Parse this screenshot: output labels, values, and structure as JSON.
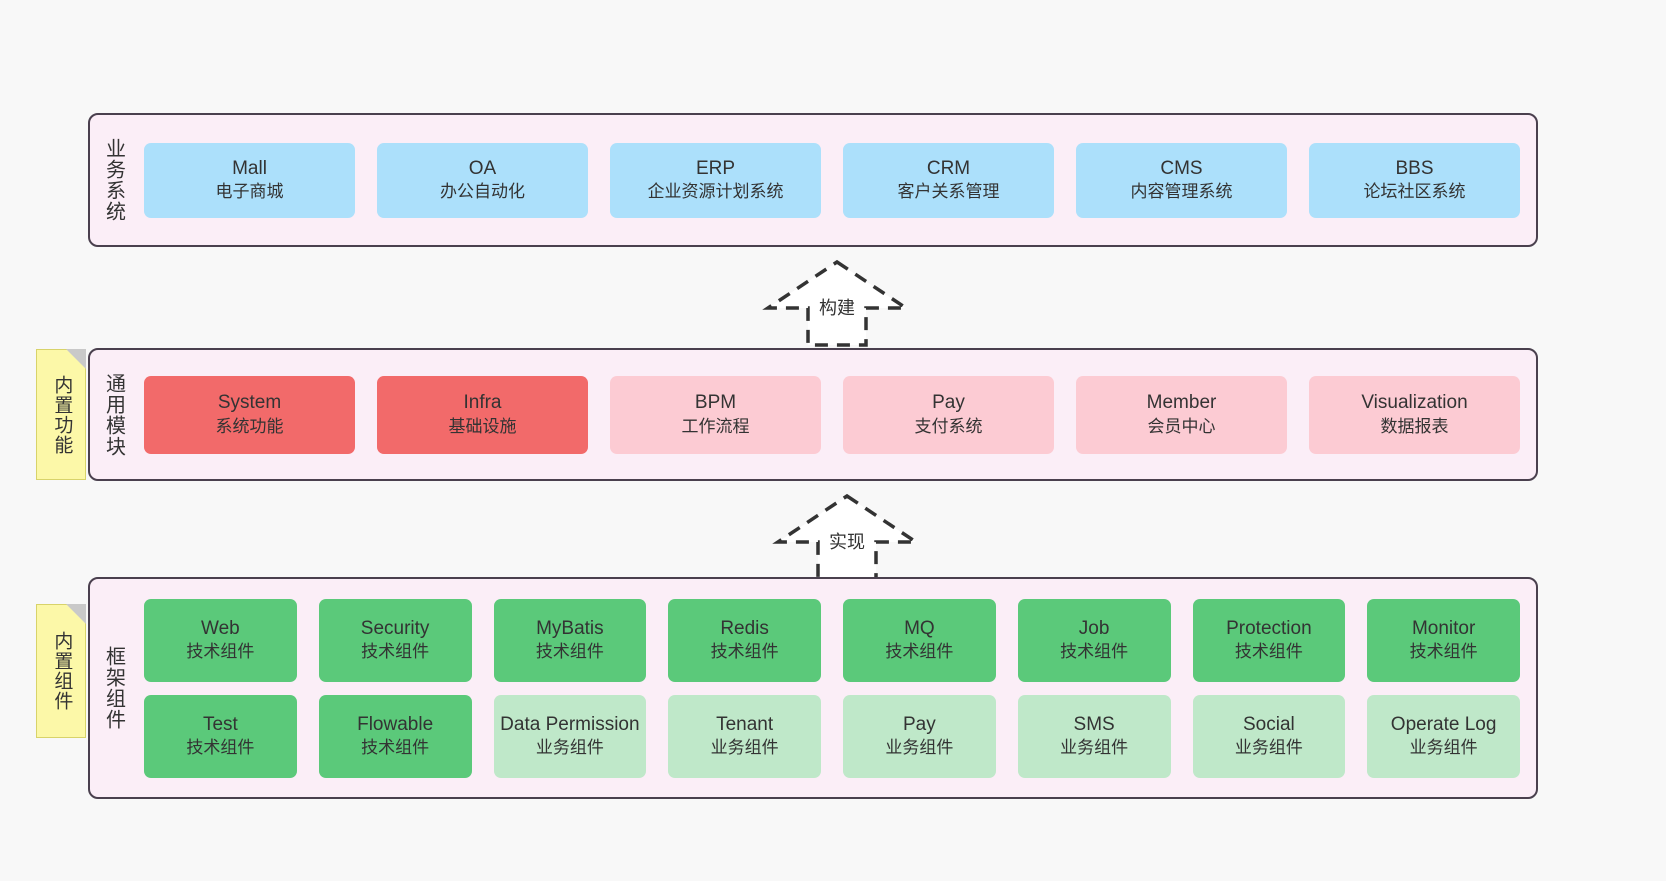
{
  "layers": [
    {
      "id": "business",
      "title": "业务系统",
      "rows": [
        {
          "cards": [
            {
              "name": "Mall",
              "sub": "电子商城",
              "color": "#ace0fb"
            },
            {
              "name": "OA",
              "sub": "办公自动化",
              "color": "#ace0fb"
            },
            {
              "name": "ERP",
              "sub": "企业资源计划系统",
              "color": "#ace0fb"
            },
            {
              "name": "CRM",
              "sub": "客户关系管理",
              "color": "#ace0fb"
            },
            {
              "name": "CMS",
              "sub": "内容管理系统",
              "color": "#ace0fb"
            },
            {
              "name": "BBS",
              "sub": "论坛社区系统",
              "color": "#ace0fb"
            }
          ]
        }
      ]
    },
    {
      "id": "common",
      "title": "通用模块",
      "note": "内置功能",
      "rows": [
        {
          "cards": [
            {
              "name": "System",
              "sub": "系统功能",
              "color": "#f26a6a"
            },
            {
              "name": "Infra",
              "sub": "基础设施",
              "color": "#f26a6a"
            },
            {
              "name": "BPM",
              "sub": "工作流程",
              "color": "#fccbd3"
            },
            {
              "name": "Pay",
              "sub": "支付系统",
              "color": "#fccbd3"
            },
            {
              "name": "Member",
              "sub": "会员中心",
              "color": "#fccbd3"
            },
            {
              "name": "Visualization",
              "sub": "数据报表",
              "color": "#fccbd3"
            }
          ]
        }
      ]
    },
    {
      "id": "framework",
      "title": "框架组件",
      "note": "内置组件",
      "rows": [
        {
          "cards": [
            {
              "name": "Web",
              "sub": "技术组件",
              "color": "#5bc97a"
            },
            {
              "name": "Security",
              "sub": "技术组件",
              "color": "#5bc97a"
            },
            {
              "name": "MyBatis",
              "sub": "技术组件",
              "color": "#5bc97a"
            },
            {
              "name": "Redis",
              "sub": "技术组件",
              "color": "#5bc97a"
            },
            {
              "name": "MQ",
              "sub": "技术组件",
              "color": "#5bc97a"
            },
            {
              "name": "Job",
              "sub": "技术组件",
              "color": "#5bc97a"
            },
            {
              "name": "Protection",
              "sub": "技术组件",
              "color": "#5bc97a"
            },
            {
              "name": "Monitor",
              "sub": "技术组件",
              "color": "#5bc97a"
            }
          ]
        },
        {
          "cards": [
            {
              "name": "Test",
              "sub": "技术组件",
              "color": "#5bc97a"
            },
            {
              "name": "Flowable",
              "sub": "技术组件",
              "color": "#5bc97a"
            },
            {
              "name": "Data Permission",
              "sub": "业务组件",
              "color": "#bfe8c9"
            },
            {
              "name": "Tenant",
              "sub": "业务组件",
              "color": "#bfe8c9"
            },
            {
              "name": "Pay",
              "sub": "业务组件",
              "color": "#bfe8c9"
            },
            {
              "name": "SMS",
              "sub": "业务组件",
              "color": "#bfe8c9"
            },
            {
              "name": "Social",
              "sub": "业务组件",
              "color": "#bfe8c9"
            },
            {
              "name": "Operate Log",
              "sub": "业务组件",
              "color": "#bfe8c9"
            }
          ]
        }
      ]
    }
  ],
  "arrows": [
    {
      "id": "build",
      "label": "构建"
    },
    {
      "id": "impl",
      "label": "实现"
    }
  ],
  "colors": {
    "canvas_background": "#f8f8f8",
    "layer_background": "#fbeef7",
    "layer_border": "#4a404e",
    "note_background": "#fcf8a8",
    "note_fold": "#c9c9c9",
    "business_card": "#ace0fb",
    "common_core_card": "#f26a6a",
    "common_card": "#fccbd3",
    "tech_component_card": "#5bc97a",
    "business_component_card": "#bfe8c9",
    "arrow_stroke": "#333333"
  }
}
